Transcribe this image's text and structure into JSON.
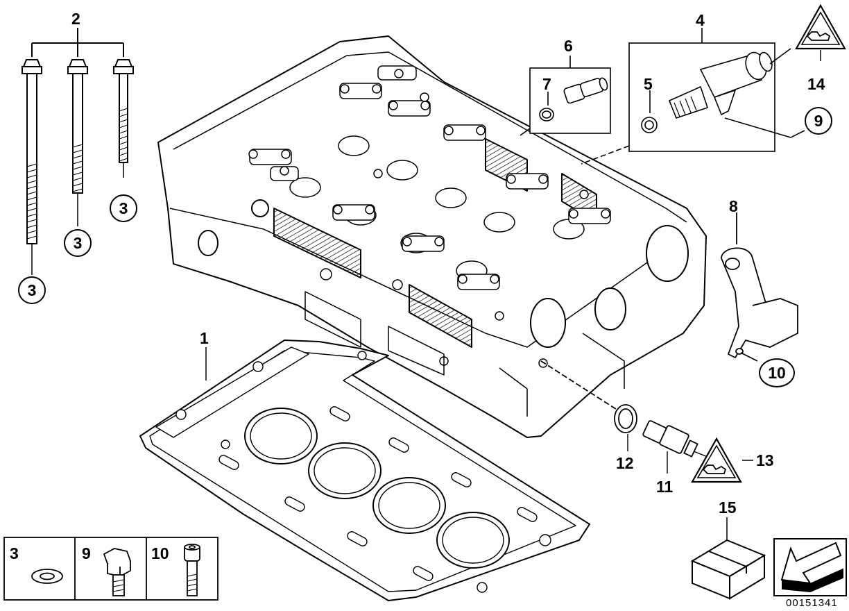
{
  "callouts": {
    "c1": "1",
    "c2": "2",
    "c3a": "3",
    "c3b": "3",
    "c3c": "3",
    "c4": "4",
    "c5": "5",
    "c6": "6",
    "c7": "7",
    "c8": "8",
    "c9": "9",
    "c10": "10",
    "c11": "11",
    "c12": "12",
    "c13": "13",
    "c14": "14",
    "c15": "15"
  },
  "legend": [
    {
      "label": "3",
      "icon": "washer-icon"
    },
    {
      "label": "9",
      "icon": "hex-bolt-icon"
    },
    {
      "label": "10",
      "icon": "socket-cap-screw-icon"
    }
  ],
  "warning_icon": "sensor-plug-warning-icon",
  "drawing_number": "00151341",
  "colors": {
    "line": "#000000",
    "background": "#ffffff"
  }
}
